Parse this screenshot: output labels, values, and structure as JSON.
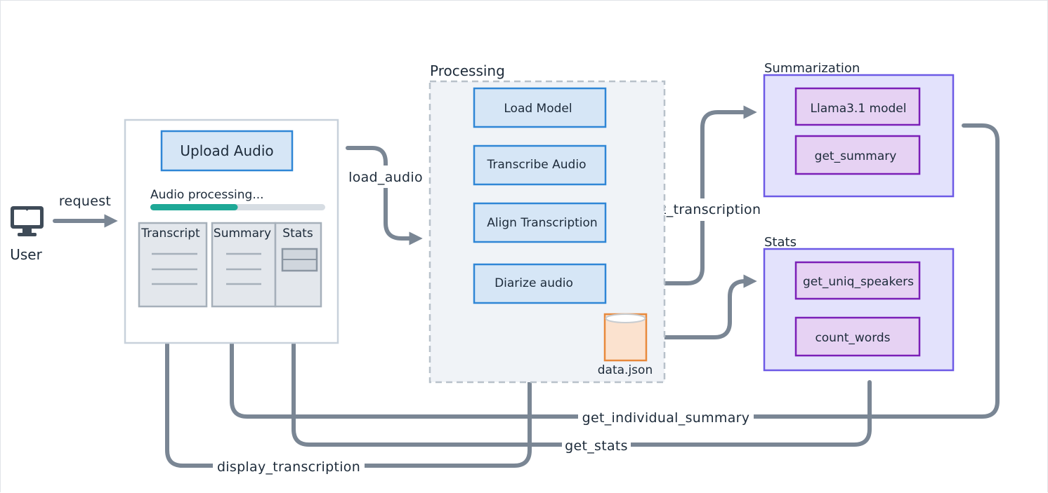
{
  "user": {
    "label": "User",
    "icon": "monitor-icon"
  },
  "ui_panel": {
    "upload_button": "Upload Audio",
    "progress": {
      "label": "Audio processing...",
      "fraction": 0.5
    },
    "tabs": [
      "Transcript",
      "Summary",
      "Stats"
    ]
  },
  "processing": {
    "title": "Processing",
    "steps": [
      "Load Model",
      "Transcribe Audio",
      "Align Transcription",
      "Diarize audio"
    ],
    "datastore": "data.json"
  },
  "summarization": {
    "title": "Summarization",
    "items": [
      "Llama3.1 model",
      "get_summary"
    ]
  },
  "stats": {
    "title": "Stats",
    "items": [
      "get_uniq_speakers",
      "count_words"
    ]
  },
  "edges": {
    "request": "request",
    "load_audio": "load_audio",
    "get_transcription": "get_transcription",
    "get_individual_summary": "get_individual_summary",
    "get_stats": "get_stats",
    "display_transcription": "display_transcription"
  },
  "colors": {
    "edge": "#7a8694",
    "blue_fill": "#d6e6f6",
    "blue_stroke": "#2f86d6",
    "purple_fill": "#e6d2f3",
    "purple_stroke": "#7b1fb7",
    "group_purple_fill": "#e3e2fc",
    "group_purple_stroke": "#6d5ae6",
    "progress_fill": "#1ea896",
    "datastore_fill": "#fbe2cf",
    "datastore_stroke": "#e8893c"
  }
}
